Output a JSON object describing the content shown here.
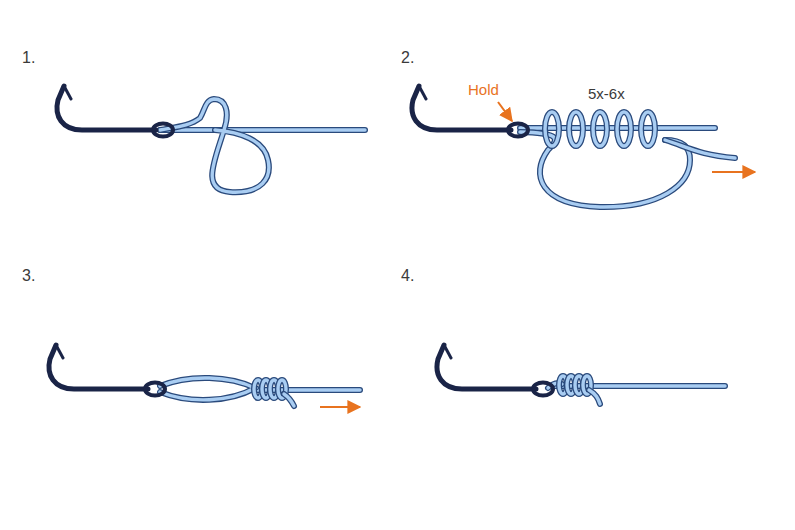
{
  "diagram": {
    "labels": [
      "1.",
      "2.",
      "3.",
      "4.",
      "Hold",
      "5x-6x"
    ]
  }
}
